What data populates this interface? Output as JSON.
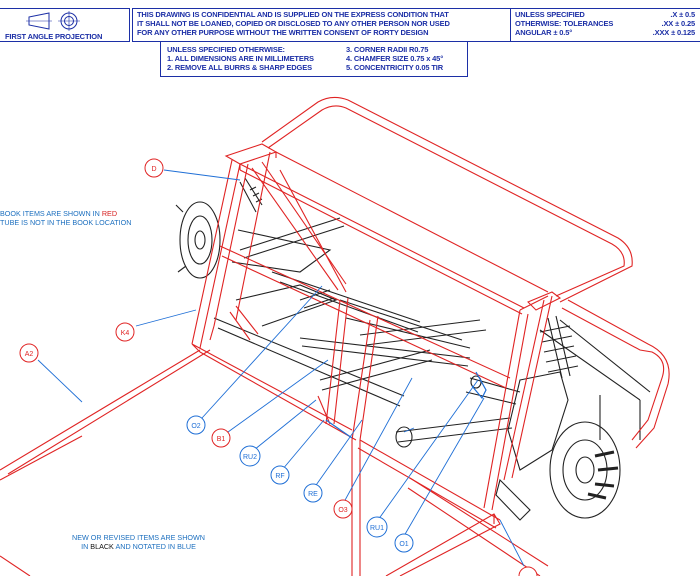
{
  "title_block": {
    "projection_label": "FIRST ANGLE PROJECTION",
    "confidential_lines": [
      "THIS DRAWING IS CONFIDENTIAL AND IS SUPPLIED ON THE EXPRESS CONDITION THAT",
      "IT SHALL NOT BE LOANED, COPIED OR DISCLOSED TO ANY OTHER PERSON NOR USED",
      "FOR ANY OTHER PURPOSE WITHOUT THE WRITTEN CONSENT OF RORTY DESIGN"
    ],
    "tolerance_lines": [
      "UNLESS SPECIFIED",
      "OTHERWISE: TOLERANCES",
      "ANGULAR ± 0.5°"
    ],
    "tolerance_values": [
      ".X ± 0.5",
      ".XX ± 0.25",
      ".XXX ± 0.125"
    ],
    "notes_left": [
      "UNLESS SPECIFIED OTHERWISE:",
      "1. ALL DIMENSIONS ARE IN MILLIMETERS",
      "2. REMOVE ALL BURRS & SHARP EDGES"
    ],
    "notes_right": [
      "3. CORNER RADII R0.75",
      "4. CHAMFER SIZE 0.75 x 45°",
      "5. CONCENTRICITY 0.05 TIR"
    ]
  },
  "notes": {
    "book_items_prefix": "BOOK ITEMS ARE SHOWN IN ",
    "book_items_color": "RED",
    "tube_note": "TUBE IS NOT IN THE BOOK LOCATION",
    "new_items_line1": "NEW OR REVISED ITEMS ARE SHOWN",
    "new_items_in": "IN ",
    "new_items_black": "BLACK",
    "new_items_rest": " AND NOTATED IN BLUE"
  },
  "callouts": {
    "D": "D",
    "K4": "K4",
    "A2": "A2",
    "O2": "O2",
    "B1": "B1",
    "RU2": "RU2",
    "RF": "RF",
    "RE": "RE",
    "O3": "O3",
    "RU1": "RU1",
    "O1": "O1"
  },
  "colors": {
    "title_blue": "#1c2fa6",
    "book_red": "#e02424",
    "revised_blue": "#1f6fd6",
    "new_black": "#111111"
  }
}
